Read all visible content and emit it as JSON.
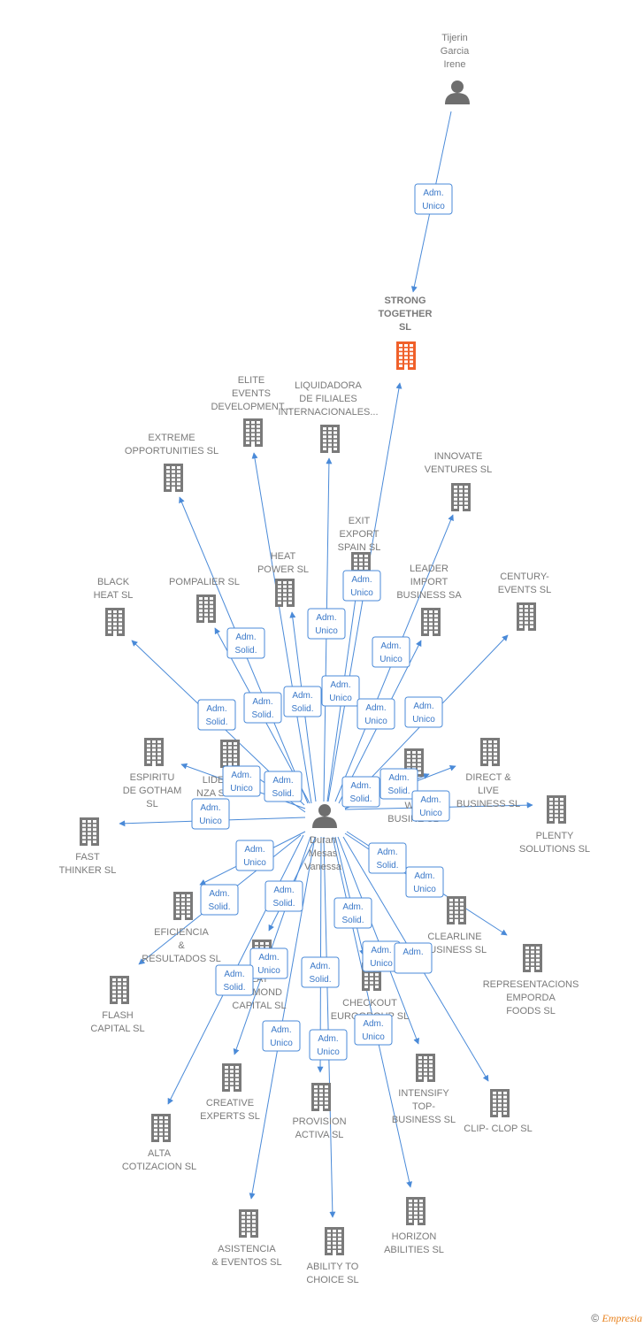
{
  "colors": {
    "edge": "#4a8ad8",
    "building": "#7a7a7a",
    "building_highlight": "#f0602a",
    "person": "#6e6e6e",
    "label": "#7a7a7a"
  },
  "footer": {
    "copyright": "©",
    "brand": "Empresia"
  },
  "nodes": [
    {
      "id": "tijerin",
      "type": "person",
      "label": [
        "Tijerin",
        "Garcia",
        "Irene"
      ]
    },
    {
      "id": "duran",
      "type": "person",
      "label": [
        "Duran",
        "Mesas",
        "Vanessa"
      ]
    },
    {
      "id": "strong",
      "type": "company",
      "highlight": true,
      "label": [
        "STRONG",
        "TOGETHER",
        "SL"
      ]
    },
    {
      "id": "elite",
      "type": "company",
      "label": [
        "ELITE",
        "EVENTS",
        "DEVELOPMENT..."
      ]
    },
    {
      "id": "liquidadora",
      "type": "company",
      "label": [
        "LIQUIDADORA",
        "DE FILIALES",
        "INTERNACIONALES..."
      ]
    },
    {
      "id": "extreme",
      "type": "company",
      "label": [
        "EXTREME",
        "OPPORTUNITIES SL"
      ]
    },
    {
      "id": "innovate",
      "type": "company",
      "label": [
        "INNOVATE",
        "VENTURES SL"
      ]
    },
    {
      "id": "exit",
      "type": "company",
      "label": [
        "EXIT",
        "EXPORT",
        "SPAIN SL"
      ]
    },
    {
      "id": "heat",
      "type": "company",
      "label": [
        "HEAT",
        "POWER SL"
      ]
    },
    {
      "id": "leader",
      "type": "company",
      "label": [
        "LEADER",
        "IMPORT",
        "BUSINESS SA"
      ]
    },
    {
      "id": "black",
      "type": "company",
      "label": [
        "BLACK",
        "HEAT SL"
      ]
    },
    {
      "id": "pompalier",
      "type": "company",
      "label": [
        "POMPALIER SL"
      ]
    },
    {
      "id": "century",
      "type": "company",
      "label": [
        "CENTURY-",
        "EVENTS SL"
      ]
    },
    {
      "id": "espiritu",
      "type": "company",
      "label": [
        "ESPIRITU",
        "DE GOTHAM",
        "SL"
      ]
    },
    {
      "id": "lider",
      "type": "company",
      "label": [
        "LIDE",
        "NZA SL"
      ]
    },
    {
      "id": "wow",
      "type": "company",
      "label": [
        "WO",
        "BUSINE SL"
      ]
    },
    {
      "id": "direct",
      "type": "company",
      "label": [
        "DIRECT &",
        "LIVE",
        "BUSINESS SL"
      ]
    },
    {
      "id": "plenty",
      "type": "company",
      "label": [
        "PLENTY",
        "SOLUTIONS SL"
      ]
    },
    {
      "id": "fast",
      "type": "company",
      "label": [
        "FAST",
        "THINKER SL"
      ]
    },
    {
      "id": "eficiencia",
      "type": "company",
      "label": [
        "EFICIENCIA",
        "&",
        "RESULTADOS SL"
      ]
    },
    {
      "id": "clearline",
      "type": "company",
      "label": [
        "CLEARLINE",
        "BUSINESS SL"
      ]
    },
    {
      "id": "representaciones",
      "type": "company",
      "label": [
        "REPRESENTACIONS",
        "EMPORDA",
        "FOODS SL"
      ]
    },
    {
      "id": "flash",
      "type": "company",
      "label": [
        "FLASH",
        "CAPITAL SL"
      ]
    },
    {
      "id": "diamond",
      "type": "company",
      "label": [
        "EAT",
        "DIAMOND",
        "CAPITAL SL"
      ]
    },
    {
      "id": "checkout",
      "type": "company",
      "label": [
        "CHECKOUT",
        "EUROGROUP SL"
      ]
    },
    {
      "id": "creative",
      "type": "company",
      "label": [
        "CREATIVE",
        "EXPERTS SL"
      ]
    },
    {
      "id": "provision",
      "type": "company",
      "label": [
        "PROVISION",
        "ACTIVA SL"
      ]
    },
    {
      "id": "intensify",
      "type": "company",
      "label": [
        "INTENSIFY",
        "TOP-",
        "BUSINESS SL"
      ]
    },
    {
      "id": "clip",
      "type": "company",
      "label": [
        "CLIP- CLOP SL"
      ]
    },
    {
      "id": "alta",
      "type": "company",
      "label": [
        "ALTA",
        "COTIZACION SL"
      ]
    },
    {
      "id": "asistencia",
      "type": "company",
      "label": [
        "ASISTENCIA",
        "& EVENTOS SL"
      ]
    },
    {
      "id": "ability",
      "type": "company",
      "label": [
        "ABILITY TO",
        "CHOICE SL"
      ]
    },
    {
      "id": "horizon",
      "type": "company",
      "label": [
        "HORIZON",
        "ABILITIES SL"
      ]
    }
  ],
  "edges": [
    {
      "from": "tijerin",
      "to": "strong",
      "label": [
        "Adm.",
        "Unico"
      ]
    },
    {
      "from": "duran",
      "to": "strong",
      "label": [
        "Adm.",
        "Unico"
      ]
    },
    {
      "from": "duran",
      "to": "elite",
      "label": [
        "Adm.",
        "Solid."
      ]
    },
    {
      "from": "duran",
      "to": "liquidadora",
      "label": [
        "Adm.",
        "Unico"
      ]
    },
    {
      "from": "duran",
      "to": "extreme",
      "label": [
        "Adm.",
        "Solid."
      ]
    },
    {
      "from": "duran",
      "to": "innovate",
      "label": [
        "Adm.",
        "Unico"
      ]
    },
    {
      "from": "duran",
      "to": "exit",
      "label": [
        "Adm.",
        "Unico"
      ]
    },
    {
      "from": "duran",
      "to": "heat",
      "label": [
        "Adm.",
        "Solid."
      ]
    },
    {
      "from": "duran",
      "to": "leader",
      "label": [
        "Adm.",
        "Unico"
      ]
    },
    {
      "from": "duran",
      "to": "black",
      "label": [
        "Adm.",
        "Solid."
      ]
    },
    {
      "from": "duran",
      "to": "pompalier",
      "label": [
        "Adm.",
        "Solid."
      ]
    },
    {
      "from": "duran",
      "to": "century",
      "label": [
        "Adm.",
        "Unico"
      ]
    },
    {
      "from": "duran",
      "to": "espiritu",
      "label": [
        "Adm.",
        "Unico"
      ]
    },
    {
      "from": "duran",
      "to": "lider",
      "label": [
        "Adm.",
        "Solid."
      ]
    },
    {
      "from": "duran",
      "to": "wow",
      "label": [
        "Adm.",
        "Solid."
      ]
    },
    {
      "from": "duran",
      "to": "direct",
      "label": [
        "Adm.",
        "Solid."
      ]
    },
    {
      "from": "duran",
      "to": "plenty",
      "label": [
        "Adm.",
        "Unico"
      ]
    },
    {
      "from": "duran",
      "to": "fast",
      "label": [
        "Adm.",
        "Unico"
      ]
    },
    {
      "from": "duran",
      "to": "eficiencia",
      "label": [
        "Adm.",
        "Unico"
      ]
    },
    {
      "from": "duran",
      "to": "clearline",
      "label": [
        "Adm.",
        "Solid."
      ]
    },
    {
      "from": "duran",
      "to": "representaciones",
      "label": [
        "Adm.",
        "Unico"
      ]
    },
    {
      "from": "duran",
      "to": "flash",
      "label": [
        "Adm.",
        "Solid."
      ]
    },
    {
      "from": "duran",
      "to": "diamond",
      "label": [
        "Adm.",
        "Solid."
      ]
    },
    {
      "from": "duran",
      "to": "checkout",
      "label": [
        "Adm.",
        "Solid."
      ]
    },
    {
      "from": "duran",
      "to": "creative",
      "label": [
        "Adm.",
        "Unico"
      ]
    },
    {
      "from": "duran",
      "to": "provision",
      "label": [
        "Adm.",
        "Solid."
      ]
    },
    {
      "from": "duran",
      "to": "intensify",
      "label": [
        "Adm.",
        "Unico"
      ]
    },
    {
      "from": "duran",
      "to": "clip",
      "label": [
        "Adm.",
        ""
      ]
    },
    {
      "from": "duran",
      "to": "alta",
      "label": [
        "Adm.",
        "Solid."
      ]
    },
    {
      "from": "duran",
      "to": "asistencia",
      "label": [
        "Adm.",
        "Unico"
      ]
    },
    {
      "from": "duran",
      "to": "ability",
      "label": [
        "Adm.",
        "Unico"
      ]
    },
    {
      "from": "duran",
      "to": "horizon",
      "label": [
        "Adm.",
        "Unico"
      ]
    }
  ]
}
